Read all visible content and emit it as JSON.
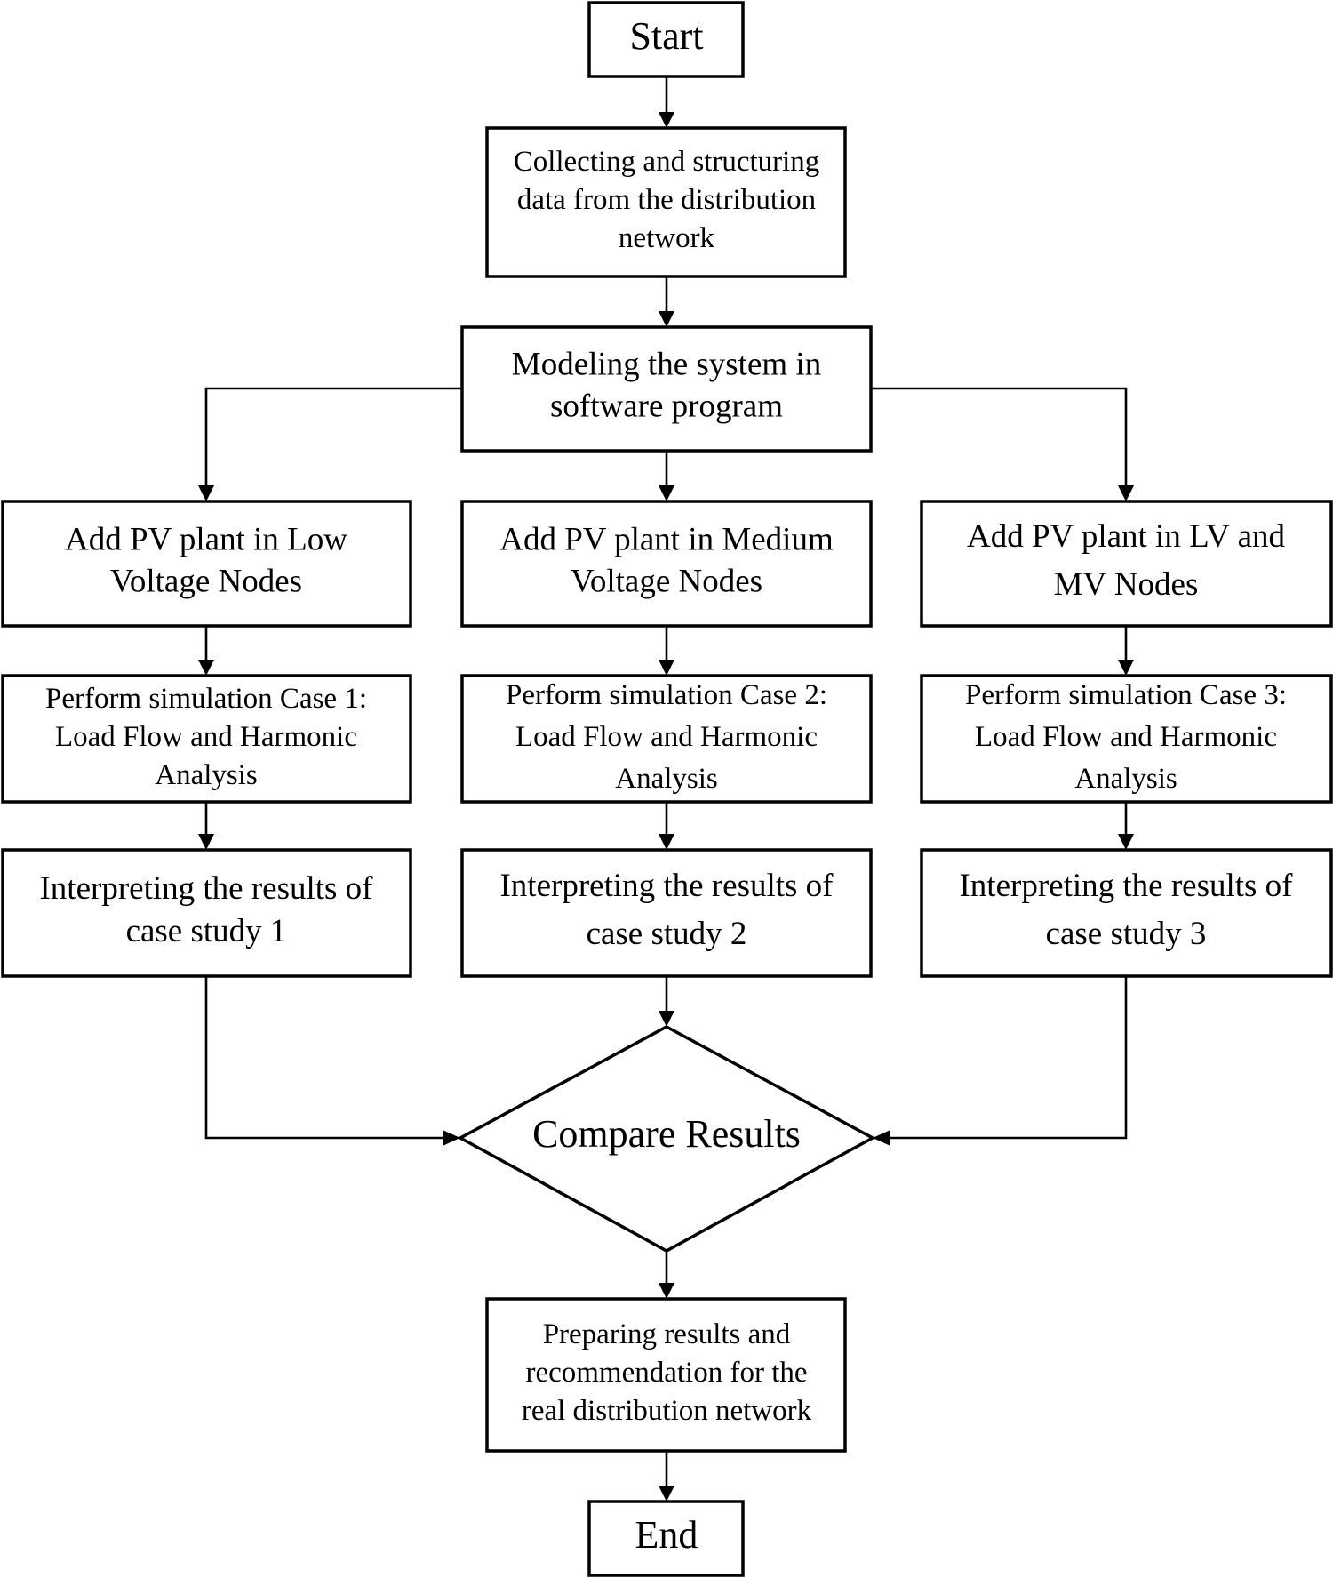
{
  "nodes": {
    "start": {
      "lines": [
        "Start"
      ]
    },
    "collect": {
      "lines": [
        "Collecting and structuring",
        "data from the distribution",
        "network"
      ]
    },
    "model": {
      "lines": [
        "Modeling the system in",
        "software program"
      ]
    },
    "pv_low": {
      "lines": [
        "Add PV plant in Low",
        "Voltage Nodes"
      ]
    },
    "pv_medium": {
      "lines": [
        "Add PV plant in Medium",
        "Voltage Nodes"
      ]
    },
    "pv_lvmv": {
      "lines": [
        "Add PV plant in LV and",
        "MV Nodes"
      ]
    },
    "sim_case1": {
      "lines": [
        "Perform simulation Case 1:",
        "Load Flow and Harmonic",
        "Analysis"
      ]
    },
    "sim_case2": {
      "lines": [
        "Perform simulation Case 2:",
        "Load Flow and Harmonic",
        "Analysis"
      ]
    },
    "sim_case3": {
      "lines": [
        "Perform simulation Case 3:",
        "Load Flow and Harmonic",
        "Analysis"
      ]
    },
    "interpret1": {
      "lines": [
        "Interpreting the results of",
        "case study 1"
      ]
    },
    "interpret2": {
      "lines": [
        "Interpreting the results of",
        "case study 2"
      ]
    },
    "interpret3": {
      "lines": [
        "Interpreting the results of",
        "case study 3"
      ]
    },
    "compare": {
      "lines": [
        "Compare Results"
      ]
    },
    "prepare": {
      "lines": [
        "Preparing results and",
        "recommendation for the",
        "real distribution network"
      ]
    },
    "end": {
      "lines": [
        "End"
      ]
    }
  },
  "colors": {
    "stroke": "#000000",
    "fill": "#ffffff",
    "text": "#000000"
  }
}
